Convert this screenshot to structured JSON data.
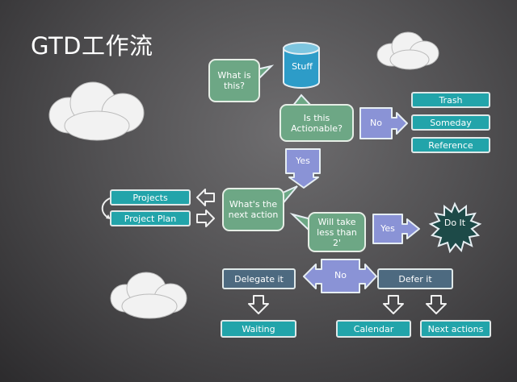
{
  "title": "GTD工作流",
  "nodes": {
    "stuff": "Stuff",
    "what_is_this": "What is this?",
    "is_actionable": "Is this Actionable?",
    "no_1": "No",
    "trash": "Trash",
    "someday": "Someday",
    "reference": "Reference",
    "yes_1": "Yes",
    "projects": "Projects",
    "project_plan": "Project Plan",
    "next_action": "What's the next action",
    "less_than_2": "Will take less than 2'",
    "yes_2": "Yes",
    "do_it": "Do It",
    "delegate": "Delegate it",
    "no_2": "No",
    "defer": "Defer it",
    "waiting": "Waiting",
    "calendar": "Calendar",
    "next_actions": "Next actions"
  },
  "colors": {
    "teal": "#22a4aa",
    "bubble": "#6da785",
    "arrow": "#8a93d6",
    "slate": "#4d6a80",
    "star": "#1d4a48"
  }
}
